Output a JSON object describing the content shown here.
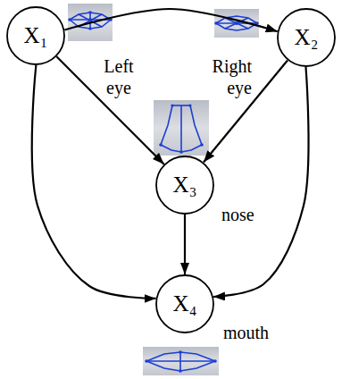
{
  "diagram": {
    "nodes": [
      {
        "text": [
          "X₁",
          "Left eye"
        ]
      },
      {
        "text": [
          "X₂",
          "Right eye"
        ]
      },
      {
        "text": [
          "X₃",
          "nose"
        ]
      },
      {
        "text": [
          "X₄",
          "mouth"
        ]
      }
    ],
    "edges": [
      {
        "from": 0,
        "to": 1,
        "arrow": "to"
      },
      {
        "from": 0,
        "to": 2,
        "arrow": "to"
      },
      {
        "from": 1,
        "to": 2,
        "arrow": "to"
      },
      {
        "from": 2,
        "to": 3,
        "arrow": "to"
      },
      {
        "from": 0,
        "to": 3,
        "arrow": "to"
      },
      {
        "from": 1,
        "to": 3,
        "arrow": "to"
      }
    ]
  }
}
